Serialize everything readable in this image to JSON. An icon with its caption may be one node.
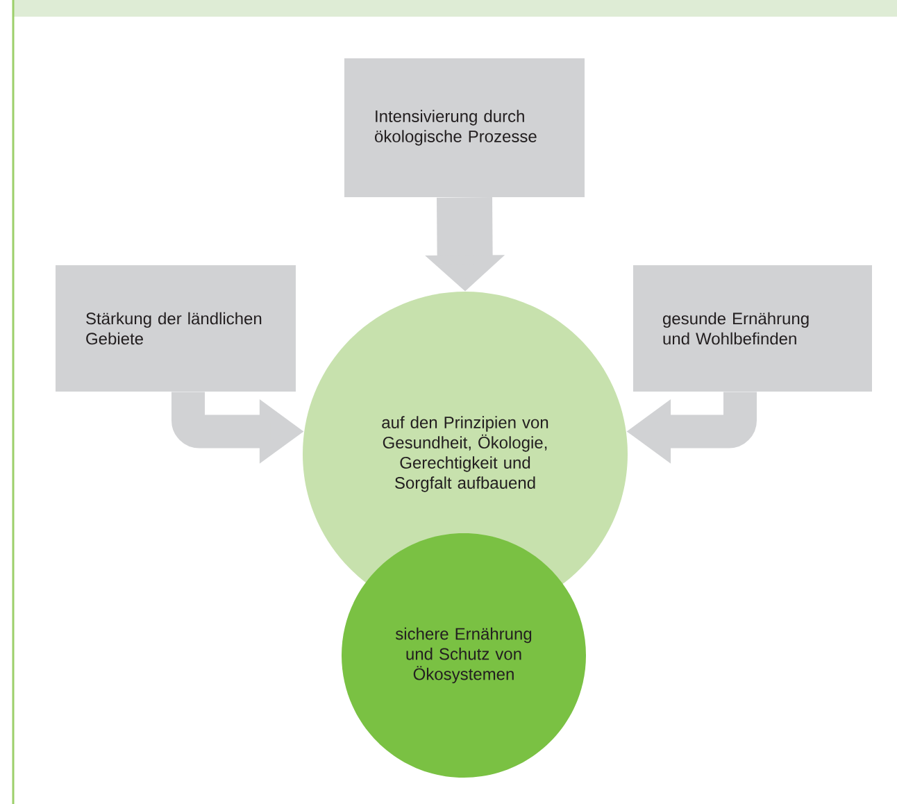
{
  "diagram": {
    "nodes": [
      {
        "text": [
          "Intensivierung durch ökologische Prozesse"
        ]
      },
      {
        "text": [
          "Stärkung der ländlichen Gebiete"
        ]
      },
      {
        "text": [
          "auf den Prinzipien von Gesundheit, Ökologie, Gerechtigkeit und Sorgfalt aufbauend"
        ]
      },
      {
        "text": [
          "gesunde Ernährung und Wohlbefinden"
        ]
      },
      {
        "text": [
          "sichere Ernährung und Schutz von Ökosystemen"
        ]
      }
    ],
    "edges": [
      {
        "from": 0,
        "to": 2,
        "arrow": "to"
      },
      {
        "from": 1,
        "to": 2,
        "arrow": "to"
      },
      {
        "from": 3,
        "to": 2,
        "arrow": "to"
      }
    ]
  }
}
